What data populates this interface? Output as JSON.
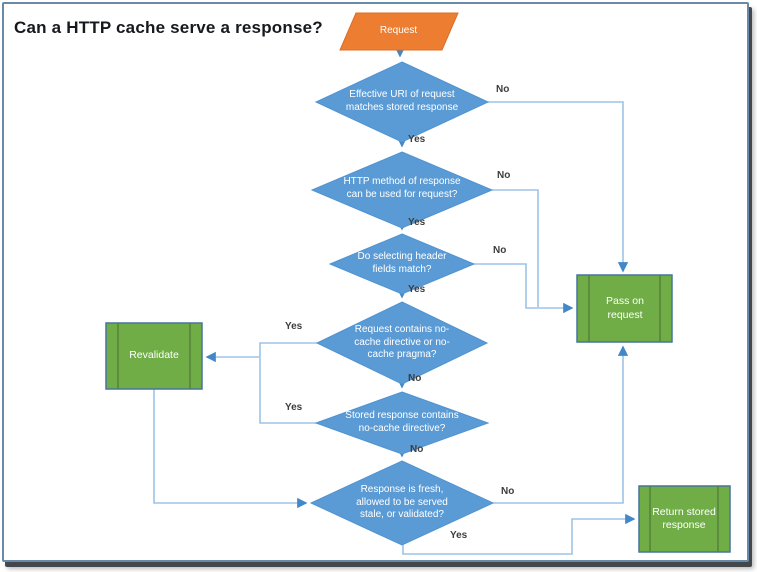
{
  "title": "Can a HTTP cache serve a response?",
  "flowchart": {
    "start": {
      "label": "Request"
    },
    "decisions": [
      {
        "label": "Effective URI of request matches stored response"
      },
      {
        "label": "HTTP method of response can be used for request?"
      },
      {
        "label": "Do selecting header fields match?"
      },
      {
        "label": "Request contains no-cache directive or no-cache pragma?"
      },
      {
        "label": "Stored response contains no-cache directive?"
      },
      {
        "label": "Response is fresh, allowed to be served stale, or validated?"
      }
    ],
    "processes": [
      {
        "label": "Revalidate"
      },
      {
        "label": "Pass on request"
      },
      {
        "label": "Return stored response"
      }
    ],
    "labels": {
      "yes": "Yes",
      "no": "No"
    },
    "colors": {
      "start_fill": "#ed7d31",
      "start_stroke": "#d96f25",
      "decision_fill": "#5b9bd5",
      "decision_stroke": "#4f93d2",
      "process_fill": "#70ad47",
      "process_stroke": "#45759c",
      "process_bar": "#55813a",
      "connector": "#9dc3e6",
      "arrowhead": "#4288c9"
    }
  }
}
